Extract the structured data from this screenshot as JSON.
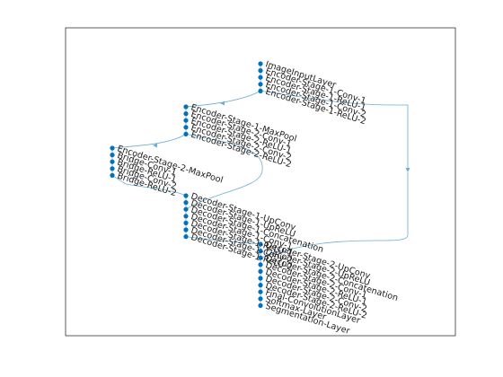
{
  "figure": {
    "nodes": [
      {
        "id": 1,
        "label": "ImageInputLayer"
      },
      {
        "id": 2,
        "label": "Encoder-Stage-1-Conv-1"
      },
      {
        "id": 3,
        "label": "Encoder-Stage-1-ReLU-1"
      },
      {
        "id": 4,
        "label": "Encoder-Stage-1-Conv-2"
      },
      {
        "id": 5,
        "label": "Encoder-Stage-1-ReLU-2"
      },
      {
        "id": 6,
        "label": "Encoder-Stage-1-MaxPool"
      },
      {
        "id": 7,
        "label": "Encoder-Stage-2-Conv-1"
      },
      {
        "id": 8,
        "label": "Encoder-Stage-2-ReLU-1"
      },
      {
        "id": 9,
        "label": "Encoder-Stage-2-Conv-2"
      },
      {
        "id": 10,
        "label": "Encoder-Stage-2-ReLU-2"
      },
      {
        "id": 11,
        "label": "Encoder-Stage-2-MaxPool"
      },
      {
        "id": 12,
        "label": "Bridge-Conv-1"
      },
      {
        "id": 13,
        "label": "Bridge-ReLU-1"
      },
      {
        "id": 14,
        "label": "Bridge-Conv-2"
      },
      {
        "id": 15,
        "label": "Bridge-ReLU-2"
      },
      {
        "id": 16,
        "label": "Decoder-Stage-1-UpConv"
      },
      {
        "id": 17,
        "label": "Decoder-Stage-1-UpReLU"
      },
      {
        "id": 18,
        "label": "Decoder-Stage-1-Concatenation"
      },
      {
        "id": 19,
        "label": "Decoder-Stage-1-Conv-1"
      },
      {
        "id": 20,
        "label": "Decoder-Stage-1-ReLU-1"
      },
      {
        "id": 21,
        "label": "Decoder-Stage-1-Conv-2"
      },
      {
        "id": 22,
        "label": "Decoder-Stage-1-ReLU-2"
      },
      {
        "id": 23,
        "label": "Decoder-Stage-2-UpConv"
      },
      {
        "id": 24,
        "label": "Decoder-Stage-2-UpReLU"
      },
      {
        "id": 25,
        "label": "Decoder-Stage-2-Concatenation"
      },
      {
        "id": 26,
        "label": "Decoder-Stage-2-Conv-1"
      },
      {
        "id": 27,
        "label": "Decoder-Stage-2-ReLU-1"
      },
      {
        "id": 28,
        "label": "Decoder-Stage-2-Conv-2"
      },
      {
        "id": 29,
        "label": "Decoder-Stage-2-ReLU-2"
      },
      {
        "id": 30,
        "label": "Final-ConvolutionLayer"
      },
      {
        "id": 31,
        "label": "Softmax-Layer"
      },
      {
        "id": 32,
        "label": "Segmentation-Layer"
      }
    ],
    "edges": [
      [
        1,
        2
      ],
      [
        2,
        3
      ],
      [
        3,
        4
      ],
      [
        4,
        5
      ],
      [
        5,
        6
      ],
      [
        6,
        7
      ],
      [
        7,
        8
      ],
      [
        8,
        9
      ],
      [
        9,
        10
      ],
      [
        10,
        11
      ],
      [
        11,
        12
      ],
      [
        12,
        13
      ],
      [
        13,
        14
      ],
      [
        14,
        15
      ],
      [
        15,
        16
      ],
      [
        16,
        17
      ],
      [
        17,
        18
      ],
      [
        18,
        19
      ],
      [
        19,
        20
      ],
      [
        20,
        21
      ],
      [
        21,
        22
      ],
      [
        22,
        23
      ],
      [
        23,
        24
      ],
      [
        24,
        25
      ],
      [
        25,
        26
      ],
      [
        26,
        27
      ],
      [
        27,
        28
      ],
      [
        28,
        29
      ],
      [
        29,
        30
      ],
      [
        30,
        31
      ],
      [
        31,
        32
      ],
      [
        5,
        25
      ],
      [
        10,
        18
      ]
    ],
    "colors": {
      "node": "#0072bd",
      "edge": "#6baed6",
      "axes": "#262626"
    }
  }
}
